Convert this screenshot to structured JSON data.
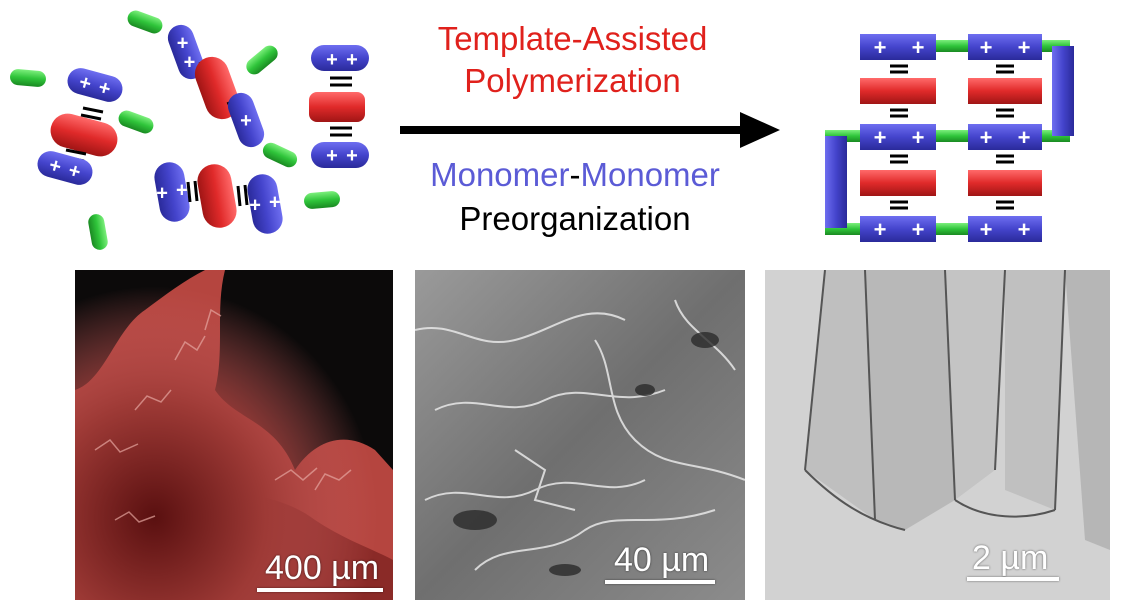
{
  "header": {
    "template_line1": "Template-Assisted",
    "template_line2": "Polymerization",
    "monomer_a": "Monomer",
    "dash": "-",
    "monomer_b": "Monomer",
    "preorg": "Preorganization"
  },
  "panels": [
    {
      "scale_label": "400 µm"
    },
    {
      "scale_label": "40 µm"
    },
    {
      "scale_label": "2 µm"
    }
  ],
  "colors": {
    "red_text": "#e0211c",
    "blue_text": "#5b5bd6",
    "blue_monomer": "#4a4ad0",
    "red_template": "#e02a2a",
    "green_linker": "#2fc43a"
  },
  "icons": {
    "arrow": "right-arrow-icon",
    "plus": "plus-icon"
  }
}
